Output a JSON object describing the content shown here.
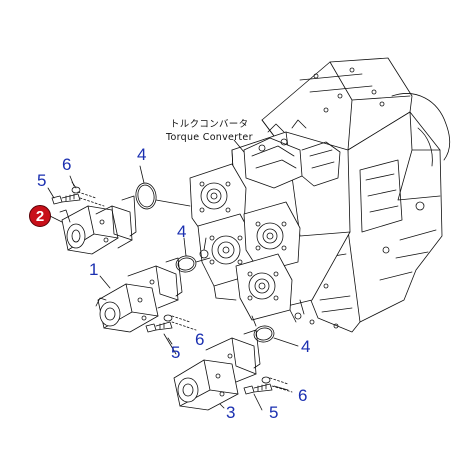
{
  "diagram": {
    "label_jp": "トルクコンバータ",
    "label_en": "Torque Converter",
    "callouts": {
      "highlighted": "2",
      "c4a": "4",
      "c6a": "6",
      "c5a": "5",
      "c4b": "4",
      "c1": "1",
      "c6b": "6",
      "c5b": "5",
      "c4c": "4",
      "c6c": "6",
      "c5c": "5",
      "c3": "3"
    },
    "colors": {
      "callout_text": "#1a2fb0",
      "highlight_fill": "#c8101a",
      "line": "#111111"
    }
  }
}
